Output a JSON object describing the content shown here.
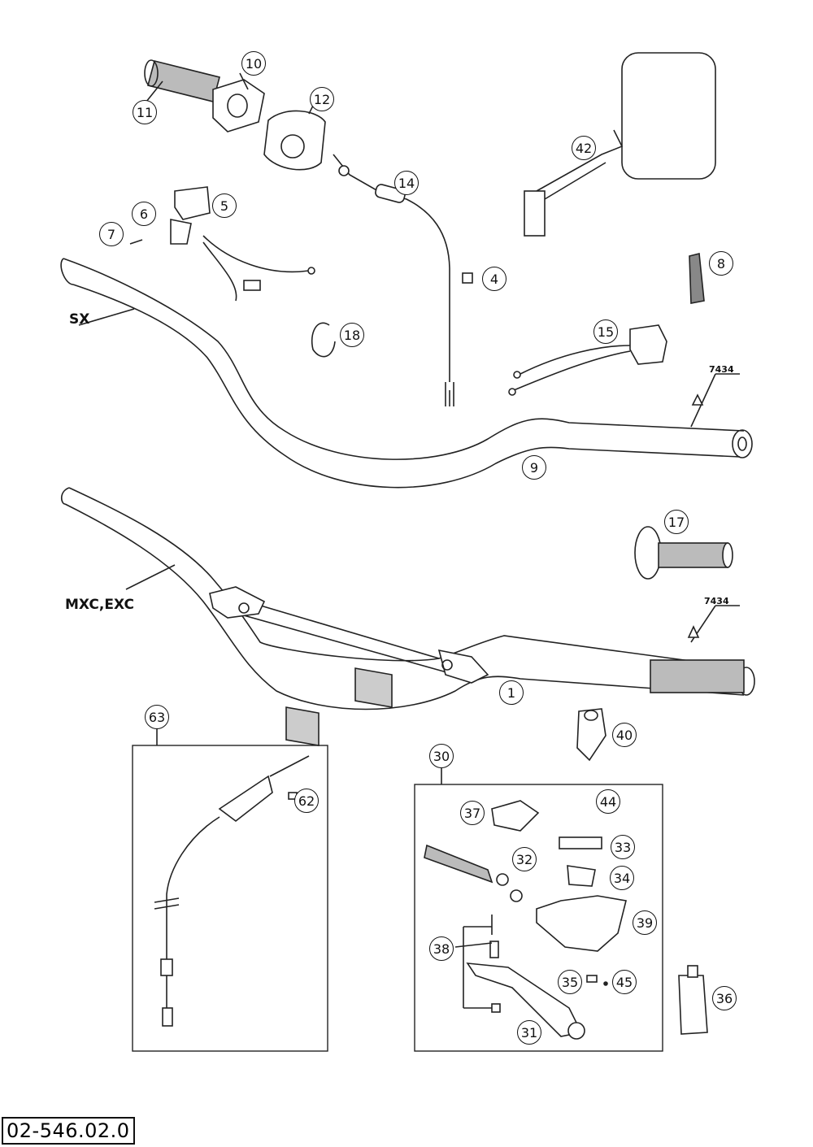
{
  "diagram": {
    "code": "02-546.02.0",
    "models": {
      "sx": "SX",
      "mxc_exc": "MXC,EXC"
    },
    "ref": {
      "a": "7434",
      "b": "7434"
    },
    "parts": {
      "p1": "1",
      "p4": "4",
      "p5": "5",
      "p6": "6",
      "p7": "7",
      "p8": "8",
      "p9": "9",
      "p10": "10",
      "p11": "11",
      "p12": "12",
      "p14": "14",
      "p15": "15",
      "p17": "17",
      "p18": "18",
      "p30": "30",
      "p31": "31",
      "p32": "32",
      "p33": "33",
      "p34": "34",
      "p35": "35",
      "p36": "36",
      "p37": "37",
      "p38": "38",
      "p39": "39",
      "p40": "40",
      "p42": "42",
      "p44": "44",
      "p45": "45",
      "p62": "62",
      "p63": "63"
    }
  }
}
